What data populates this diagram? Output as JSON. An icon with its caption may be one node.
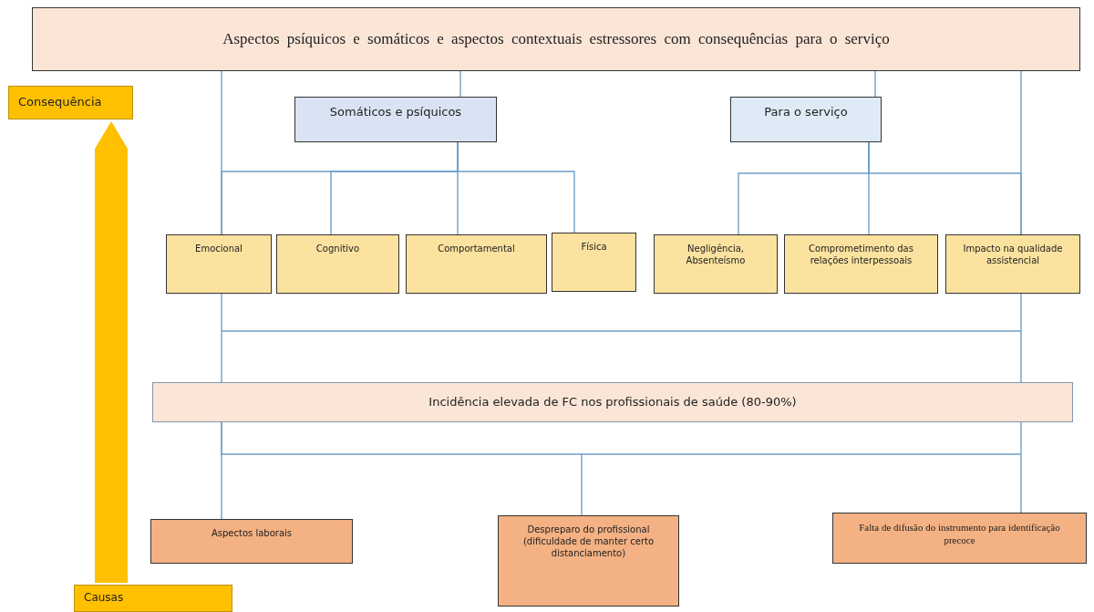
{
  "diagram": {
    "nodes": [
      {
        "text": [
          "Aspectos psíquicos e somáticos e aspectos contextuais estressores com consequências para o serviço"
        ]
      },
      {
        "text": [
          "Consequência"
        ]
      },
      {
        "text": [
          "Somáticos e psíquicos"
        ]
      },
      {
        "text": [
          "Para o serviço"
        ]
      },
      {
        "text": [
          "Emocional"
        ]
      },
      {
        "text": [
          "Cognitivo"
        ]
      },
      {
        "text": [
          "Comportamental"
        ]
      },
      {
        "text": [
          "Física"
        ]
      },
      {
        "text": [
          "Negligência, Absenteísmo"
        ]
      },
      {
        "text": [
          "Comprometimento das relações interpessoais"
        ]
      },
      {
        "text": [
          "Impacto na qualidade assistencial"
        ]
      },
      {
        "text": [
          "Incidência elevada de FC nos profissionais de saúde (80-90%)"
        ]
      },
      {
        "text": [
          "Aspectos laborais"
        ]
      },
      {
        "text": [
          "Despreparo do profissional (dificuldade de manter certo distanciamento)"
        ]
      },
      {
        "text": [
          "Falta de difusão do instrumento para identificação precoce"
        ]
      },
      {
        "text": [
          "Causas"
        ]
      }
    ],
    "edges": [
      {
        "from": 0,
        "to": 2,
        "arrow": "none"
      },
      {
        "from": 0,
        "to": 3,
        "arrow": "none"
      },
      {
        "from": 0,
        "to": 4,
        "arrow": "none"
      },
      {
        "from": 0,
        "to": 10,
        "arrow": "none"
      },
      {
        "from": 2,
        "to": 4,
        "arrow": "none"
      },
      {
        "from": 2,
        "to": 5,
        "arrow": "none"
      },
      {
        "from": 2,
        "to": 6,
        "arrow": "none"
      },
      {
        "from": 2,
        "to": 7,
        "arrow": "none"
      },
      {
        "from": 3,
        "to": 8,
        "arrow": "none"
      },
      {
        "from": 3,
        "to": 9,
        "arrow": "none"
      },
      {
        "from": 3,
        "to": 10,
        "arrow": "none"
      },
      {
        "from": 4,
        "to": 11,
        "arrow": "none"
      },
      {
        "from": 10,
        "to": 11,
        "arrow": "none"
      },
      {
        "from": 11,
        "to": 12,
        "arrow": "none"
      },
      {
        "from": 11,
        "to": 13,
        "arrow": "none"
      },
      {
        "from": 11,
        "to": 14,
        "arrow": "none"
      },
      {
        "from": 15,
        "to": 1,
        "arrow": "to",
        "style": "thick",
        "color": "#ffc000"
      }
    ]
  }
}
